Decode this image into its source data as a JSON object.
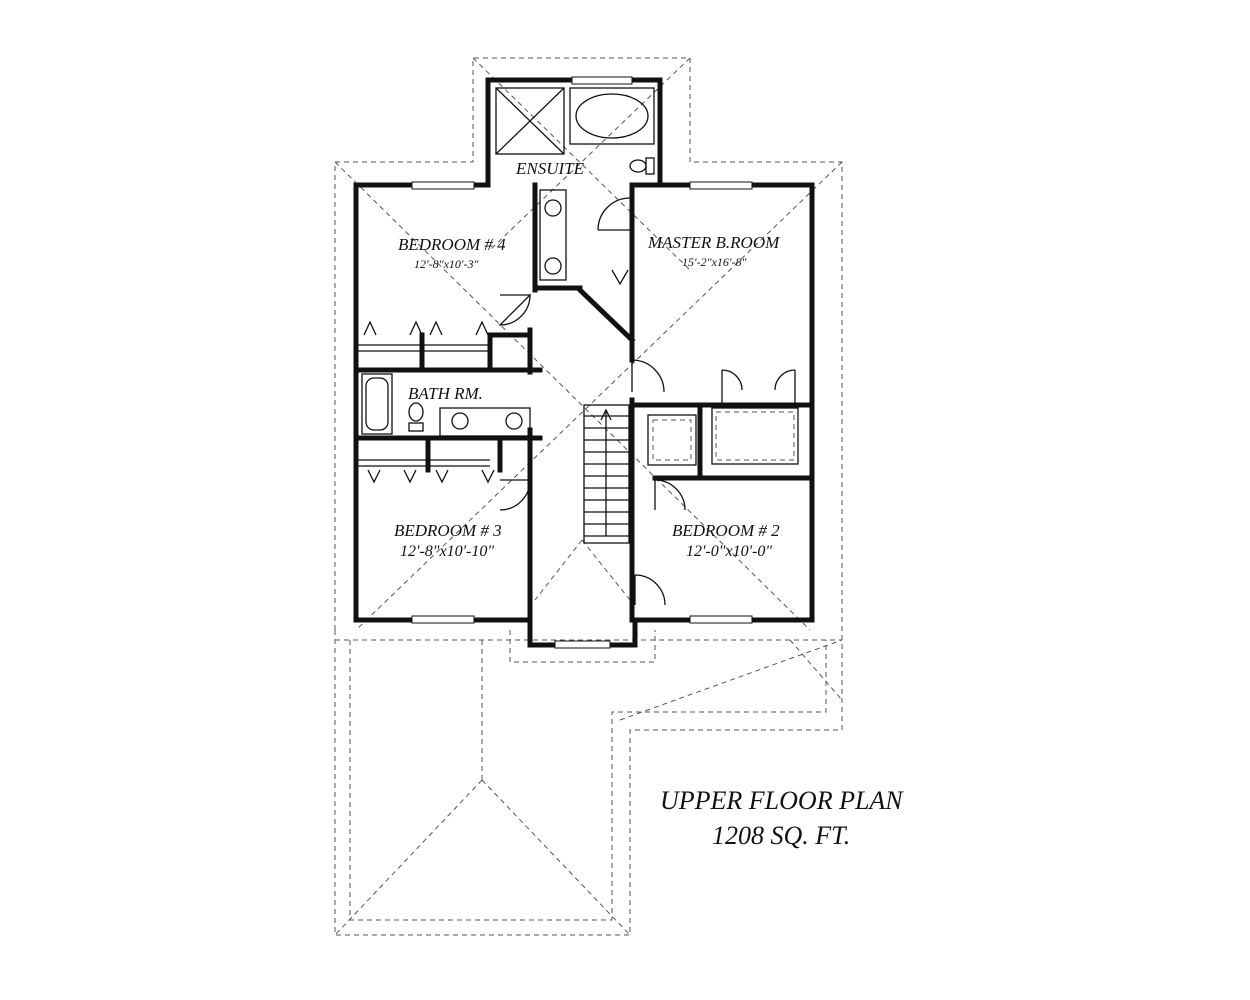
{
  "rooms": {
    "ensuite": {
      "name": "ENSUITE"
    },
    "bedroom4": {
      "name": "BEDROOM # 4",
      "size": "12'-8\"x10'-3\""
    },
    "master": {
      "name": "MASTER B.ROOM",
      "size": "15'-2\"x16'-8\""
    },
    "bath": {
      "name": "BATH RM."
    },
    "bedroom3": {
      "name": "BEDROOM # 3",
      "size": "12'-8\"x10'-10\""
    },
    "bedroom2": {
      "name": "BEDROOM # 2",
      "size": "12'-0\"x10'-0\""
    }
  },
  "plan": {
    "title": "UPPER FLOOR PLAN",
    "area": "1208 SQ. FT."
  }
}
